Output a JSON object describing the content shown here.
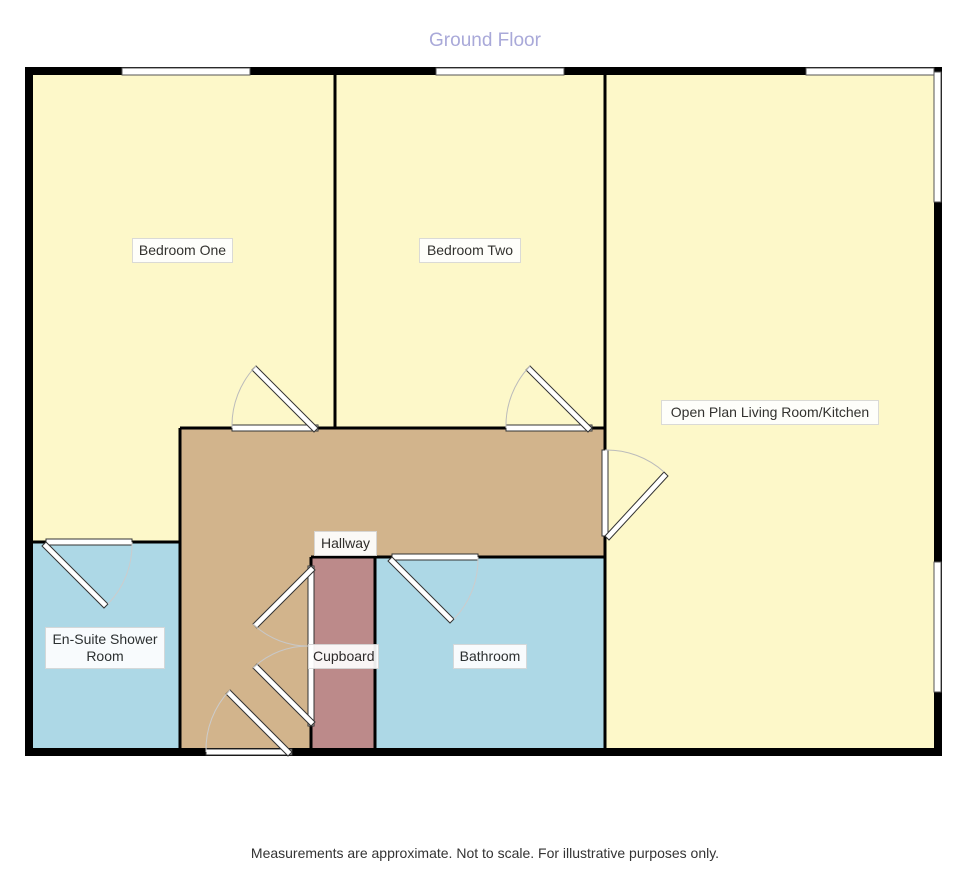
{
  "title": "Ground Floor",
  "footer": "Measurements are approximate. Not to scale. For illustrative purposes only.",
  "colors": {
    "bedroom": "#fdf8c9",
    "wet_room": "#add8e6",
    "hallway": "#d2b48c",
    "cupboard": "#bc8a8a",
    "wall": "#000000",
    "title": "#a9a9d9"
  },
  "rooms": {
    "bedroom_one": "Bedroom One",
    "bedroom_two": "Bedroom Two",
    "living_kitchen": "Open Plan Living Room/Kitchen",
    "hallway": "Hallway",
    "ensuite_line1": "En-Suite Shower",
    "ensuite_line2": "Room",
    "cupboard": "Cupboard",
    "bathroom": "Bathroom"
  }
}
